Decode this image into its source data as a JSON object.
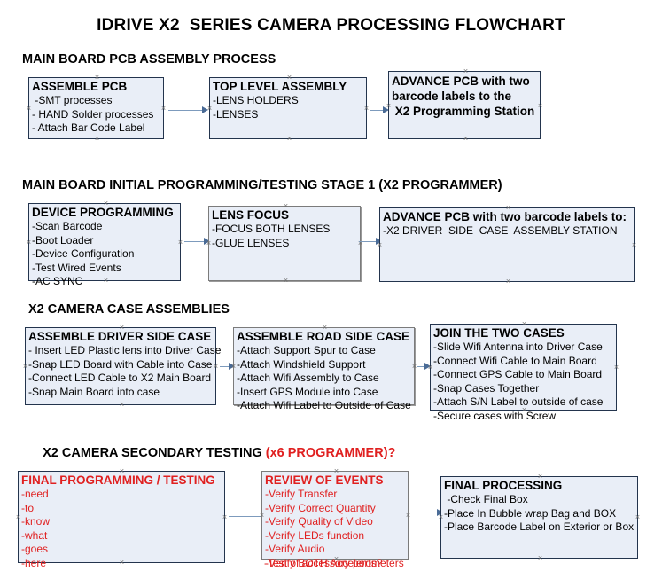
{
  "document": {
    "title": "IDRIVE X2  SERIES CAMERA PROCESSING FLOWCHART",
    "accent_red": "#e02020",
    "box_fill": "#e9eef7",
    "box_border": "#23344d",
    "connector_color": "#7d9bbd"
  },
  "sections": [
    {
      "id": "s1",
      "header": "MAIN BOARD PCB ASSEMBLY PROCESS"
    },
    {
      "id": "s2",
      "header": "MAIN BOARD INITIAL PROGRAMMING/TESTING STAGE 1 (X2 PROGRAMMER)"
    },
    {
      "id": "s3",
      "header": "X2 CAMERA CASE ASSEMBLIES"
    },
    {
      "id": "s4",
      "header": "X2 CAMERA SECONDARY TESTING ",
      "header_red": "(x6 PROGRAMMER)?"
    }
  ],
  "boxes": {
    "assemble_pcb": {
      "title": "ASSEMBLE PCB",
      "lines": [
        " -SMT processes",
        "- HAND Solder processes",
        "- Attach Bar Code Label"
      ]
    },
    "top_level_assembly": {
      "title": "TOP LEVEL ASSEMBLY",
      "lines": [
        "-LENS HOLDERS",
        "-LENSES"
      ]
    },
    "advance_pcb_station": {
      "lines": [
        "ADVANCE PCB with two",
        "barcode labels to the",
        " X2 Programming Station"
      ]
    },
    "device_programming": {
      "title": "DEVICE PROGRAMMING",
      "lines": [
        "-Scan Barcode",
        "-Boot Loader",
        "-Device Configuration",
        "-Test Wired Events",
        "-AC SYNC"
      ]
    },
    "lens_focus": {
      "title": "LENS FOCUS",
      "lines": [
        "-FOCUS BOTH LENSES",
        "-GLUE LENSES"
      ]
    },
    "advance_pcb_driver": {
      "title": "ADVANCE PCB with two barcode labels to:",
      "lines": [
        "-X2 DRIVER  SIDE  CASE  ASSEMBLY STATION"
      ]
    },
    "assemble_driver_side": {
      "title": "ASSEMBLE DRIVER SIDE CASE",
      "lines": [
        "- Insert LED Plastic lens into Driver Case",
        "-Snap LED Board with Cable into Case",
        "-Connect LED Cable to X2 Main Board",
        "-Snap Main Board into case"
      ]
    },
    "assemble_road_side": {
      "title": "ASSEMBLE ROAD SIDE CASE",
      "lines": [
        "-Attach Support Spur to Case",
        "-Attach Windshield Support",
        "-Attach Wifi Assembly to Case",
        "-Insert GPS Module into Case",
        "-Attach Wifi Label to Outside of Case"
      ]
    },
    "join_two_cases": {
      "title": "JOIN THE TWO CASES",
      "lines": [
        "-Slide Wifi Antenna into Driver Case",
        "-Connect Wifi Cable to Main Board",
        "-Connect GPS Cable to Main Board",
        "-Snap Cases Together",
        "-Attach S/N Label to outside of case",
        "-Secure cases with Screw"
      ]
    },
    "final_programming": {
      "title": "FINAL PROGRAMMING / TESTING",
      "lines": [
        "-need",
        "-to",
        "-know",
        "-what",
        "-goes",
        "-here"
      ]
    },
    "review_of_events": {
      "title": "REVIEW OF EVENTS",
      "lines": [
        "-Verify Transfer",
        "-Verify Correct Quantity",
        "-Verify Quality of Video",
        "-Verify LEDs function",
        "-Verify Audio",
        "-Verify BOTH Accelerometers"
      ],
      "overflow_line": "-Test of accessory ports?"
    },
    "final_processing": {
      "title": "FINAL PROCESSING",
      "lines": [
        " -Check Final Box",
        "-Place In Bubble wrap Bag and BOX",
        "-Place Barcode Label on Exterior or Box"
      ]
    }
  }
}
